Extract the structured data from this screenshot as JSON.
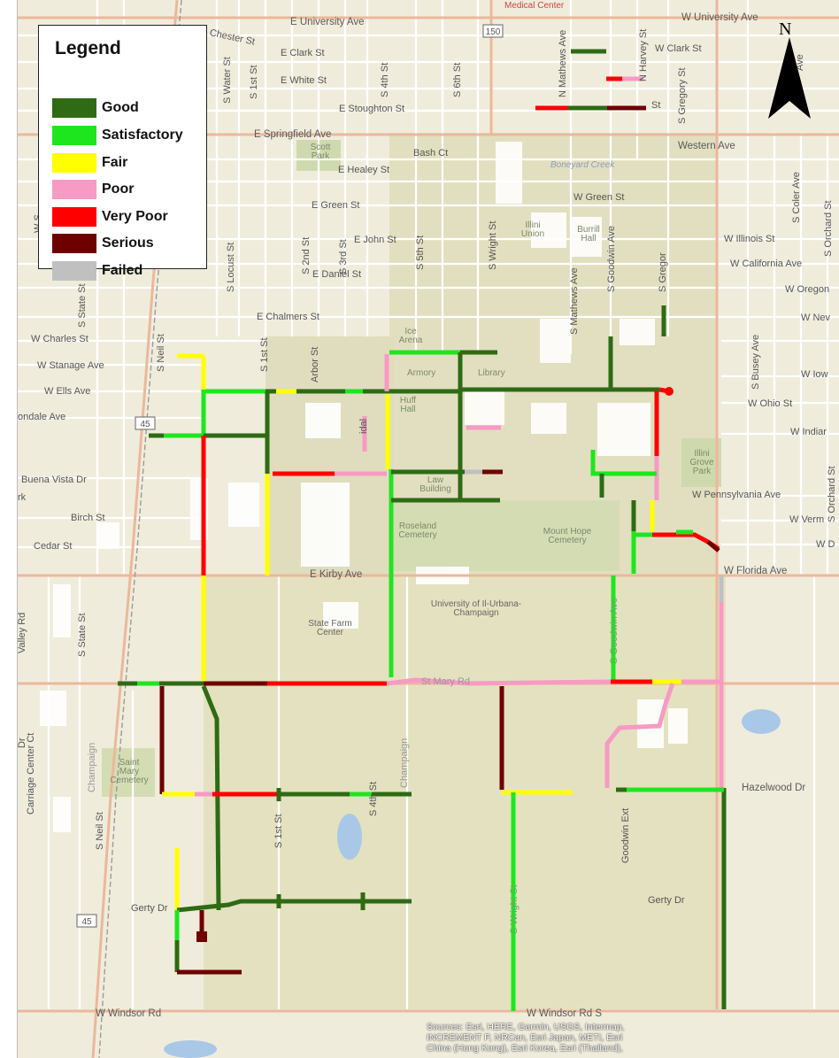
{
  "legend": {
    "title": "Legend",
    "items": [
      {
        "label": "Good",
        "color": "#2e6b14"
      },
      {
        "label": "Satisfactory",
        "color": "#1ee61e"
      },
      {
        "label": "Fair",
        "color": "#ffff00"
      },
      {
        "label": "Poor",
        "color": "#f79ac4"
      },
      {
        "label": "Very Poor",
        "color": "#ff0000"
      },
      {
        "label": "Serious",
        "color": "#6e0000"
      },
      {
        "label": "Failed",
        "color": "#c0c0c0"
      }
    ]
  },
  "north_arrow": {
    "label": "N",
    "icon": "north-arrow-icon"
  },
  "attribution": {
    "line1": "Sources: Esri, HERE, Garmin, USGS, Intermap,",
    "line2": "INCREMENT P, NRCan, Esri Japan, METI, Esri",
    "line3": "China (Hong Kong), Esri Korea, Esri (Thailand),"
  },
  "shields": {
    "us45_a": "45",
    "us45_b": "45",
    "route150": "150"
  },
  "street_labels": {
    "medical_center": "Medical Center",
    "e_university_ave": "E University Ave",
    "w_university_ave": "W University Ave",
    "chester_st": "Chester St",
    "e_clark_st": "E Clark St",
    "w_clark_st": "W Clark St",
    "e_white_st": "E White St",
    "e_stoughton_st": "E Stoughton St",
    "st_fragment": "St",
    "e_springfield_ave": "E Springfield Ave",
    "western_ave": "Western Ave",
    "bash_ct": "Bash Ct",
    "e_healey_st": "E Healey St",
    "e_green_st": "E Green St",
    "w_green_st": "W Green St",
    "e_john_st": "E John St",
    "w_illinois_st": "W Illinois St",
    "w_california_ave": "W California Ave",
    "e_daniel_st": "E Daniel St",
    "w_oregon": "W Oregon",
    "e_chalmers_st": "E Chalmers St",
    "w_nev": "W Nev",
    "w_charles_st": "W Charles St",
    "w_stanage_ave": "W Stanage Ave",
    "w_iow": "W Iow",
    "w_ells_ave": "W Ells Ave",
    "w_ohio_st": "W Ohio St",
    "ondale_ave": "ondale Ave",
    "w_indiar": "W Indiar",
    "buena_vista_dr": "Buena Vista Dr",
    "w_pennsylvania_ave": "W Pennsylvania Ave",
    "birch_st": "Birch St",
    "w_verm": "W Verm",
    "cedar_st": "Cedar St",
    "w_d": "W D",
    "e_kirby_ave": "E Kirby Ave",
    "w_florida_ave": "W Florida Ave",
    "hazelwood_dr": "Hazelwood Dr",
    "gerty_dr_w": "Gerty Dr",
    "gerty_dr_e": "Gerty Dr",
    "w_windsor_rd": "W Windsor Rd",
    "w_windsor_rd_s": "W Windsor Rd S",
    "s_neil_st": "S Neil St",
    "s_neil_st_2": "S Neil St",
    "s_water_st": "S Water St",
    "s_1st_st_n": "S 1st St",
    "s_4th_st_n": "S 4th St",
    "s_6th_st_n": "S 6th St",
    "n_mathews_ave": "N Mathews Ave",
    "n_harvey_st": "N Harvey St",
    "s_gregory_st": "S Gregory St",
    "s_locust_st": "S Locust St",
    "s_2nd_st": "S 2nd St",
    "s_3rd_st": "S 3rd St",
    "s_5th_st": "S 5th St",
    "s_wright_st": "S Wright St",
    "s_mathews_ave": "S Mathews Ave",
    "s_goodwin_ave": "S Goodwin Ave",
    "s_gregor": "S Gregor",
    "s_busey_ave": "S Busey Ave",
    "s_coler_ave": "S Coler Ave",
    "s_orchard_st": "S Orchard St",
    "s_orchard_st_2": "S Orchard St",
    "s_state_st_n": "S State St",
    "s_state_st_s": "S State St",
    "s_1st_st": "S 1st St",
    "s_1st_st_s": "S 1st St",
    "arbor_st": "Arbor St",
    "s_4th_st_s": "S 4th St",
    "champaign": "Champaign",
    "champaign_2": "Champaign",
    "carriage_center_ct": "Carriage Center Ct",
    "valley_rd": "Valley Rd",
    "goodwin_ext": "Goodwin Ext",
    "s_wright_st_s": "S Wright St",
    "s_goodwin_ave_s": "S Goodwin Ave",
    "ave_fragment": "Ave",
    "st_mary_rd": "St Mary Rd",
    "w_fragment": "W S",
    "idaho_fragment": "idal",
    "dr_fragment": "Dr",
    "rk_fragment": "rk"
  },
  "place_labels": {
    "scott_park": "Scott Park",
    "boneyard_creek": "Boneyard Creek",
    "illini_union": "Illini Union",
    "burrill_hall": "Burrill Hall",
    "ice_arena": "Ice Arena",
    "armory": "Armory",
    "library": "Library",
    "huff_hall": "Huff Hall",
    "illini_grove_park": "Illini Grove Park",
    "law_building": "Law Building",
    "roseland_cemetery": "Roseland Cemetery",
    "mount_hope_cemetery": "Mount Hope Cemetery",
    "uiuc": "University of Il-Urbana-Champaign",
    "state_farm_center": "State Farm Center",
    "saint_mary_cemetery": "Saint Mary Cemetery"
  }
}
